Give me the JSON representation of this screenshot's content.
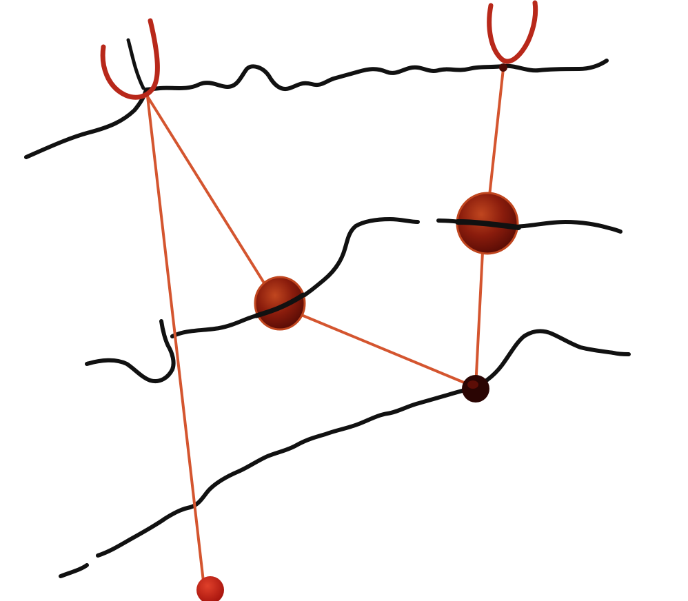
{
  "diagram": {
    "description_visible_text": "",
    "colors": {
      "background": "#ffffff",
      "wire": "#111111",
      "string": "#d4552f",
      "node_dark": "#5c0d06",
      "node_light": "#b03518",
      "node_mid": "#8a1c0c",
      "clip": "#b8281a",
      "end_ball": "#c41e14"
    },
    "elements": {
      "wires": [
        {
          "name": "wire-top"
        },
        {
          "name": "wire-middle"
        },
        {
          "name": "wire-lower"
        },
        {
          "name": "wire-bottom"
        }
      ],
      "clips": [
        {
          "name": "clip-left"
        },
        {
          "name": "clip-right"
        }
      ],
      "nodes": [
        {
          "name": "node-center-left",
          "size": "large"
        },
        {
          "name": "node-right",
          "size": "large"
        },
        {
          "name": "node-lower-right",
          "size": "small"
        },
        {
          "name": "end-ball-bottom",
          "size": "small"
        }
      ]
    }
  }
}
